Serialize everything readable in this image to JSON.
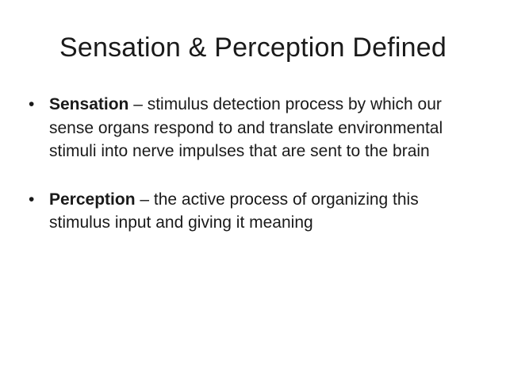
{
  "slide": {
    "title": "Sensation & Perception Defined",
    "bullets": [
      {
        "marker": "•",
        "term": "Sensation",
        "text": " – stimulus detection process by which our sense organs respond to and translate environmental stimuli into nerve impulses that are sent to the brain"
      },
      {
        "marker": "•",
        "term": "Perception",
        "text": " – the active process of organizing this stimulus input and giving it meaning"
      }
    ]
  }
}
